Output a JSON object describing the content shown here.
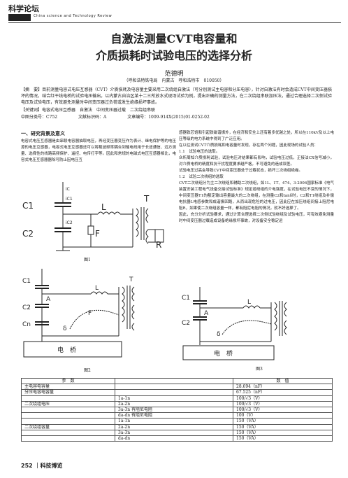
{
  "header": {
    "brand": "科学论坛",
    "subtitle": "China science and Technology Review"
  },
  "title_line1": "自激法测量CVT电容量和",
  "title_line2": "介质损耗时试验电压的选择分析",
  "author": "范德明",
  "affiliation": "（呼和浩特铁电局　内蒙古　呼和浩特市　010050）",
  "abstract": "【摘　要】目前测量电容式电压互感器（CVT）介质损耗及电容量主要采用二次绕组自激法（可分别测试主电容和分压电容），针对自激法有时会造成CVT中间变压器损坏的情况，结合红干线电桥的试验电压输出，以内蒙古自治区某十二三所放水式现场试验为例，提出正确的测量方法，在二次绕组串联加压法，通过合理选择二次侧试验电压及试验电压，有效避免测量时中间变压器过负荷或发生绝缘损坏事故。",
  "keywords": "【关键词】电容式电压互感器　自激法　中间变压器过载　二次绕组串联",
  "meta": {
    "clc": "中图分类号：C752",
    "doc_code": "文献标识码：A",
    "article_no": "文章编号：1009-914X(2015)01-0252-02"
  },
  "left_col": {
    "heading": "一、研究背景及意义",
    "para": "电容式电压互感器是由串联电容器抽取电压，再经变压器变压作为表计、继电保护等的电压源的电压互感器，电容式电压互感器还可以将载波频率耦合到输电线用于长途通信、远方测量、选择性的线路高频保护、遥控、电传打字等。因此和常规的电磁式电压互感器相比，电容式电压互感器器除可防止因电压互"
  },
  "right_col": {
    "para1": "感器铁芯饱和引起铁磁谐振外，在经济和安全上还有着多优越之处，所以在110kV及以上电压等级的电力系统中得到了广泛应用。",
    "para2": "在以往测试CVT介质损耗和电容量时发现，存在两个问题，因此现场的试验人员：",
    "h11": "1.1　试验电压的选取。",
    "para3": "众所周知介质损耗试验，试验电压对结果都有影响，试验电压过低，正接法CX信号减小，对介质电桥的精度和抗干扰程度要求越严格，不可避免的造成误差。",
    "para4": "试验电压过高会导致CVT中间变压器处于过载状态，损坏二次绕组绝缘。",
    "h12": "1.2　试验二次绕组的选取",
    "para5": "CVT二次绕组分为主二次绕组和辅助二次绕组，如1L、1T、474、3-2006国家标准《电气装置安装工程电气设备交接试验标准》规定若绕组的介电强度，在试验电压不变的情况下，中间变压器T1的额定输出容量最大的二次绕组，在测量C2和tanδ时，C2和T1绕组及补偿电抗器L电感参数和成谐振回路，从而出现危险的过电压，因此应在加压绕组间接上阻尼电阻R，如果使二次绕组容量一样，都有阻尼电阻的情况，就不好选择了。",
    "para6": "因此，充分分析试验要求，通过计算合理选择二次侧试验绕组及试验电压，可有效避免测量时中间变压器过载造成设备绝缘损坏事故，对设备安全稳定运"
  },
  "figures": {
    "fig1": {
      "caption": "图1",
      "c1": "C1",
      "c2": "C2",
      "i_c": "iC",
      "i_c1": "iC1",
      "i_c2": "iC2",
      "L": "L",
      "F": "F",
      "T": "T",
      "R": "R"
    },
    "fig2": {
      "caption": "图2",
      "c1": "C1",
      "c2": "C2",
      "cn": "Cn",
      "A": "A",
      "L": "L",
      "T": "T",
      "F": "F",
      "delta": "δ",
      "bridge": "电　桥"
    },
    "fig3": {
      "caption": "图3",
      "c1": "C1",
      "c2": "C2",
      "A": "A",
      "L": "L",
      "delta": "δ",
      "bridge": "电　桥"
    }
  },
  "table": {
    "headers": [
      "参　数",
      "",
      "数　值"
    ],
    "rows": [
      [
        "主电容电容量",
        "",
        "28.694（nF）"
      ],
      [
        "分压电容电容量",
        "",
        "67.525（nF）"
      ],
      [
        "",
        "1a-1n",
        "100/√3（V）"
      ],
      [
        "二次绕组电压",
        "2a-2n",
        "100/√3（V）"
      ],
      [
        "",
        "3a-3n 有阻尼电阻",
        "100/√3（V）"
      ],
      [
        "",
        "da-dn 有阻尼电阻",
        "100（V）"
      ],
      [
        "",
        "1a-1n",
        "150（VA）"
      ],
      [
        "二次绕组容量",
        "2a-2n",
        "150（VA）"
      ],
      [
        "",
        "3a-3n",
        "150（VA）"
      ],
      [
        "",
        "da-dn",
        "150（VA）"
      ]
    ]
  },
  "footer": {
    "page": "252",
    "journal": "｜科技博览"
  }
}
